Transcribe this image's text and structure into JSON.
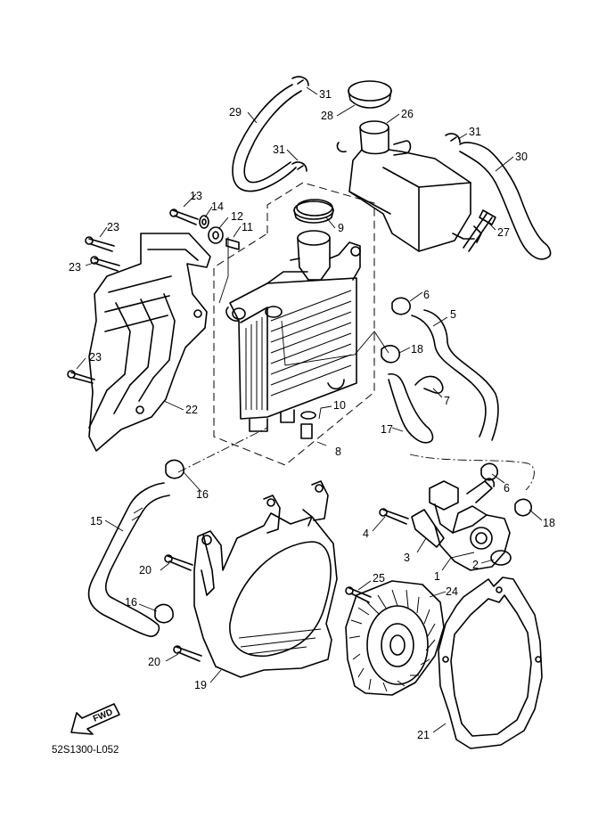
{
  "drawing_code": "52S1300-L052",
  "fwd_label": "FWD",
  "callouts": {
    "c1": "1",
    "c2": "2",
    "c3": "3",
    "c4": "4",
    "c5": "5",
    "c6a": "6",
    "c6b": "6",
    "c7": "7",
    "c8": "8",
    "c9": "9",
    "c10": "10",
    "c11": "11",
    "c12": "12",
    "c13": "13",
    "c14": "14",
    "c15": "15",
    "c16a": "16",
    "c16b": "16",
    "c17": "17",
    "c18a": "18",
    "c18b": "18",
    "c19": "19",
    "c20a": "20",
    "c20b": "20",
    "c21": "21",
    "c22": "22",
    "c23a": "23",
    "c23b": "23",
    "c23c": "23",
    "c24": "24",
    "c25": "25",
    "c26": "26",
    "c27": "27",
    "c28": "28",
    "c29": "29",
    "c30": "30",
    "c31a": "31",
    "c31b": "31",
    "c31c": "31"
  }
}
